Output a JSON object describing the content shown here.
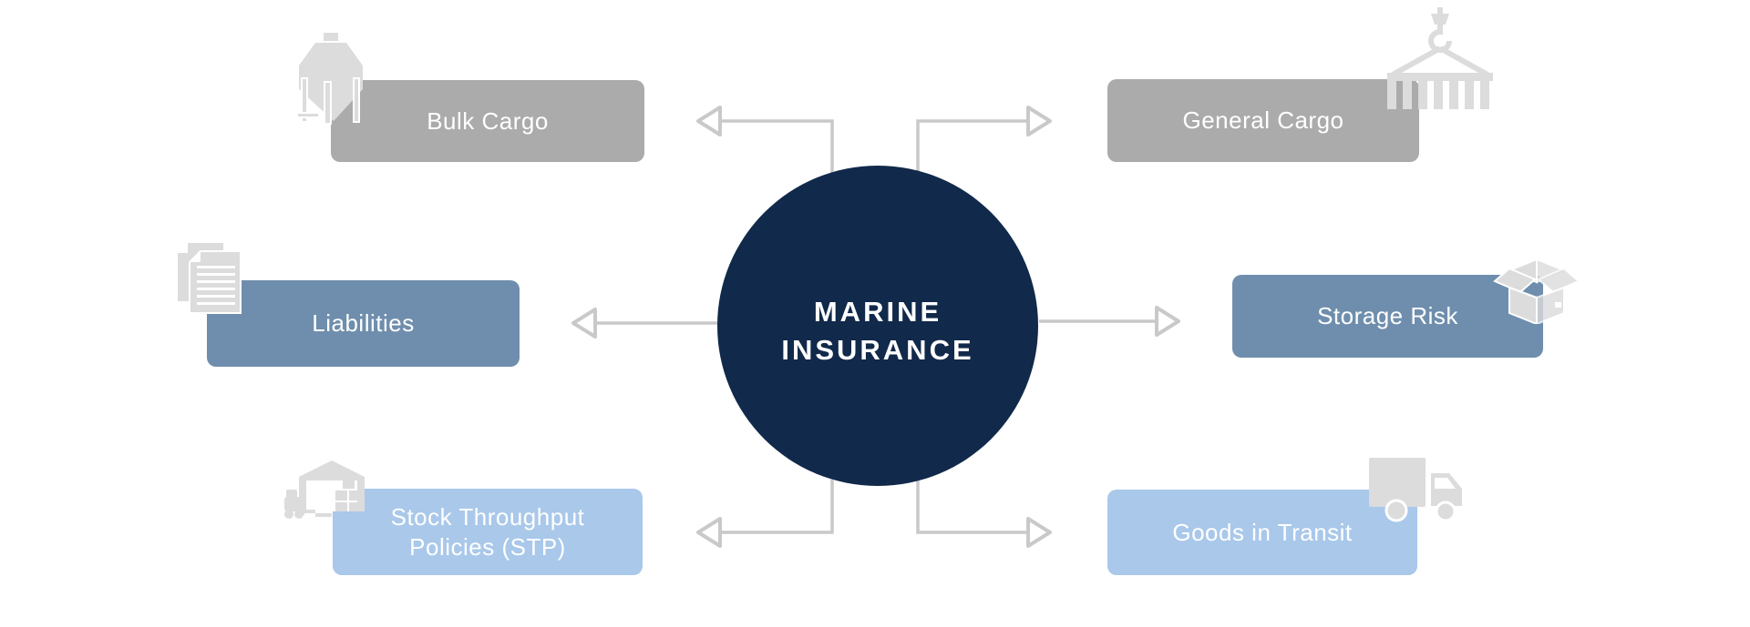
{
  "diagram": {
    "center": {
      "line1": "MARINE",
      "line2": "INSURANCE",
      "bg": "#11294a"
    },
    "nodes": [
      {
        "id": "bulk-cargo",
        "label": "Bulk Cargo",
        "color": "#ababab",
        "icon": "silo-icon"
      },
      {
        "id": "general-cargo",
        "label": "General Cargo",
        "color": "#ababab",
        "icon": "container-crane-icon"
      },
      {
        "id": "liabilities",
        "label": "Liabilities",
        "color": "#6f8ead",
        "icon": "documents-icon"
      },
      {
        "id": "storage-risk",
        "label": "Storage Risk",
        "color": "#6f8ead",
        "icon": "open-box-icon"
      },
      {
        "id": "stock-throughput",
        "label": "Stock Throughput Policies (STP)",
        "color": "#a9c8ea",
        "icon": "warehouse-forklift-icon"
      },
      {
        "id": "goods-in-transit",
        "label": "Goods in Transit",
        "color": "#a9c8ea",
        "icon": "delivery-truck-icon"
      }
    ]
  },
  "colors": {
    "connector_color": "#c9c9c9",
    "icon_color": "#dcdcdc",
    "center_bg": "#11294a",
    "gray_node": "#ababab",
    "steel_blue_node": "#6f8ead",
    "light_blue_node": "#a9c8ea",
    "label_text": "#ffffff"
  }
}
